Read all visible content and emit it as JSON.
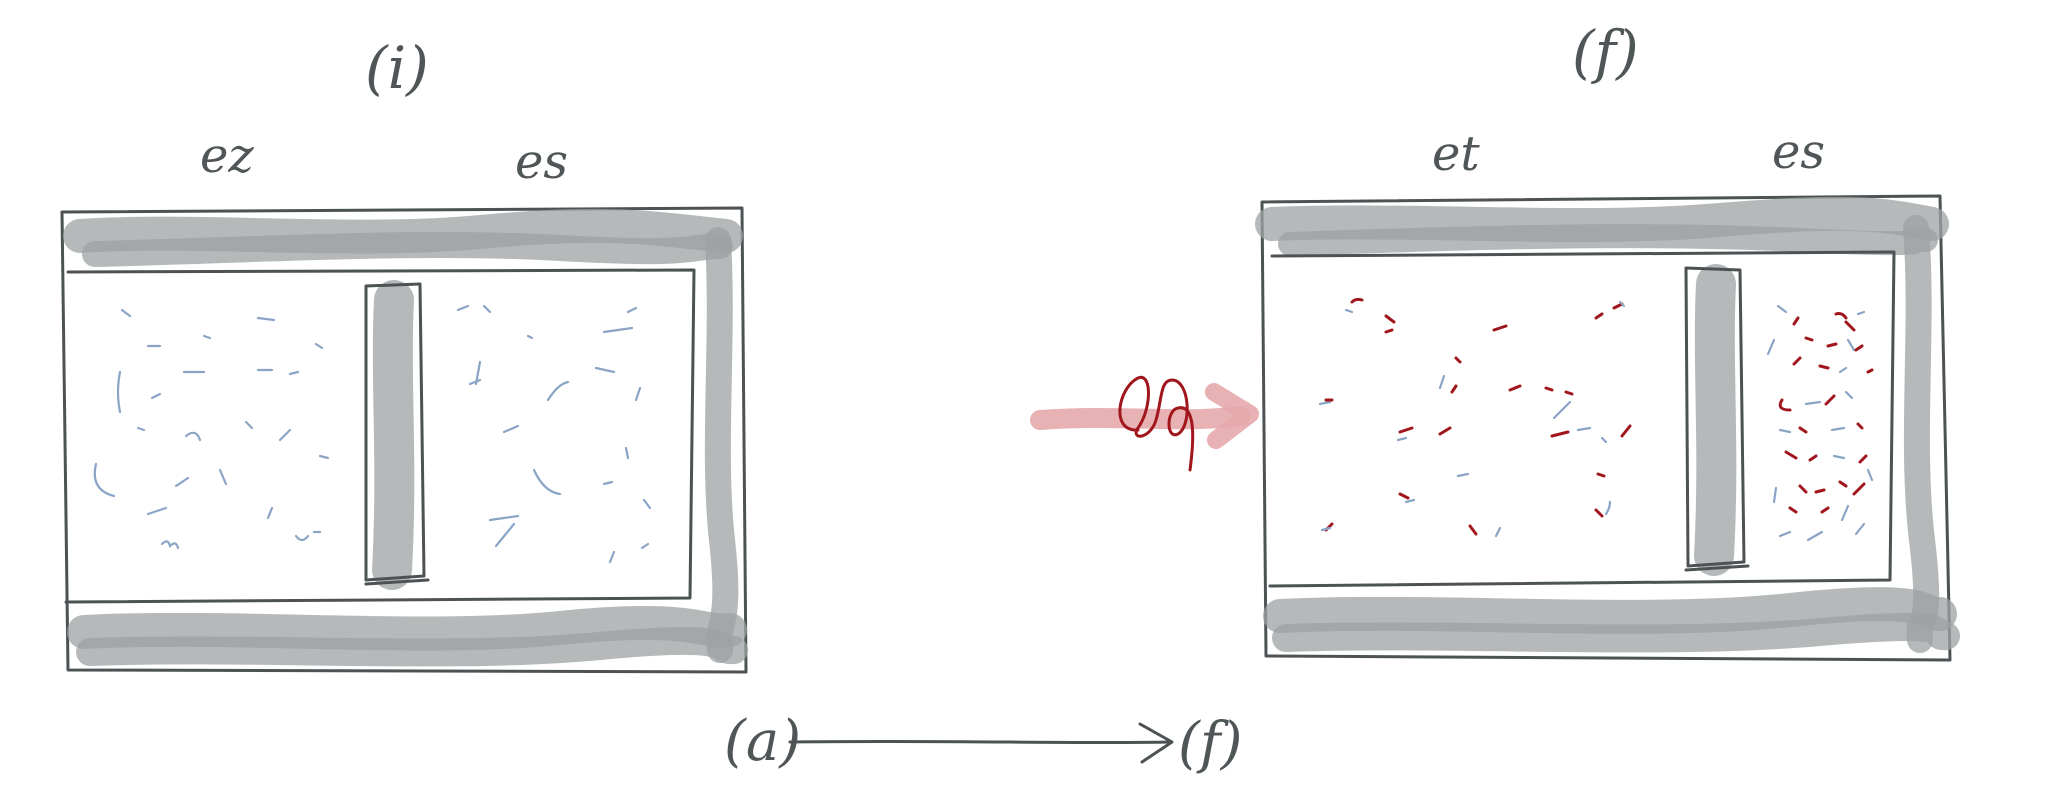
{
  "panels": [
    {
      "title": "(i)",
      "left_label": "ez",
      "right_label": "es"
    },
    {
      "title": "(f)",
      "left_label": "et",
      "right_label": "es"
    }
  ],
  "bottom_arrow": {
    "start_label": "(a)",
    "end_label": "(f)"
  },
  "colors": {
    "ink": "#4d5355",
    "wall": "#9da1a3",
    "particle_blue": "#8aa4c6",
    "particle_red": "#a0161c",
    "process_arrow": "#e6a9ab"
  },
  "icons": [
    "heat-squiggle-icon",
    "right-arrow-icon"
  ]
}
